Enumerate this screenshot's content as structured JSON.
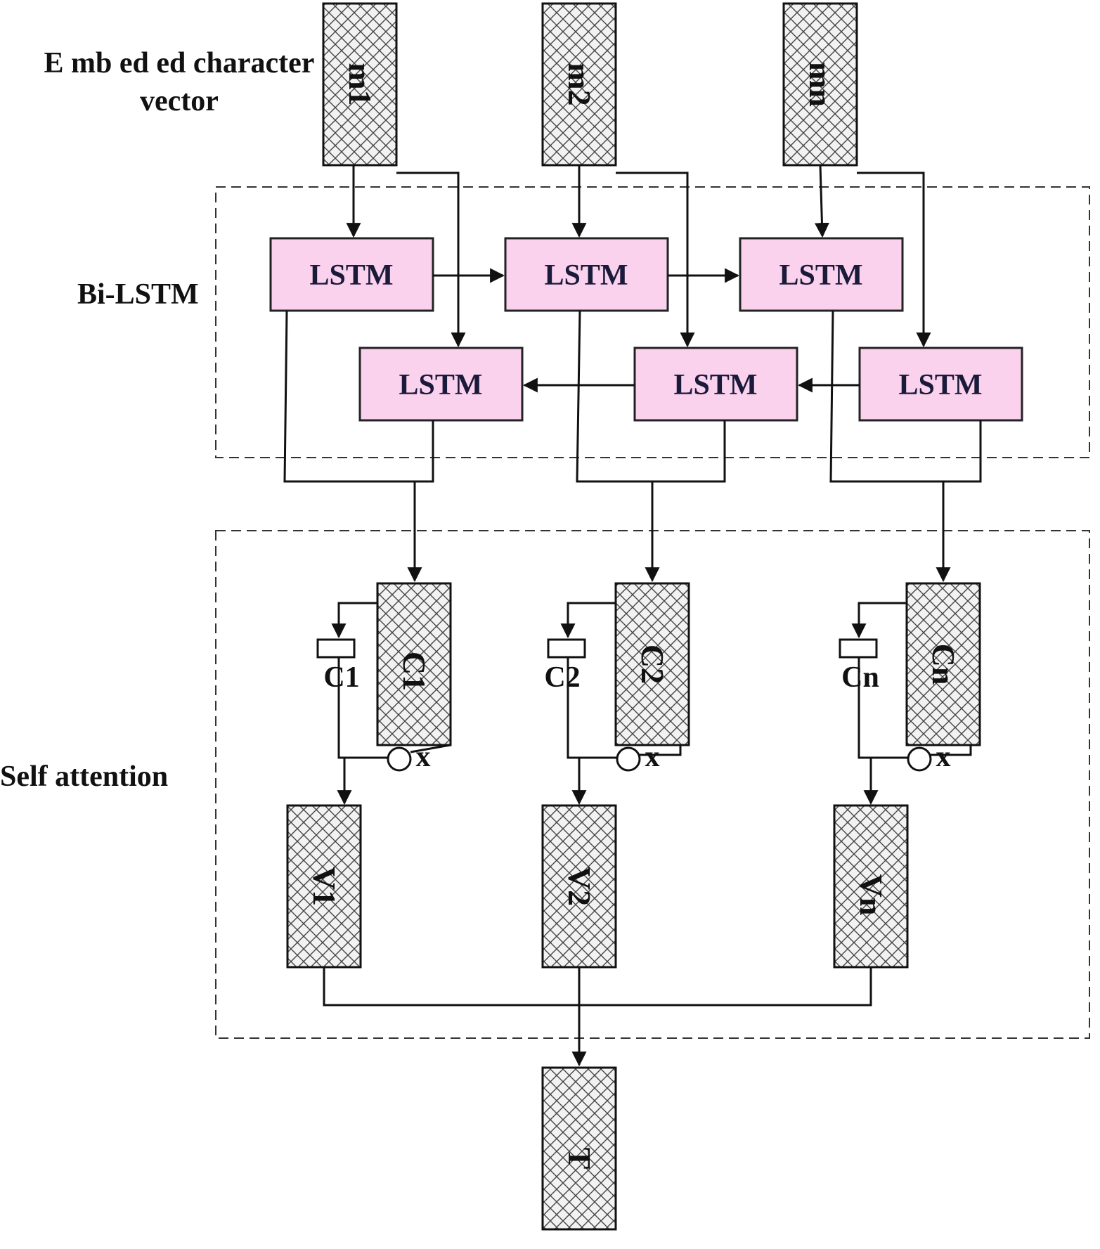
{
  "labels": {
    "embedded_line1": "E mb ed ed character",
    "embedded_line2": "vector",
    "bilstm": "Bi-LSTM",
    "self_attention": "Self attention"
  },
  "inputs": [
    "m1",
    "m2",
    "mn"
  ],
  "lstm_forward": [
    "LSTM",
    "LSTM",
    "LSTM"
  ],
  "lstm_backward": [
    "LSTM",
    "LSTM",
    "LSTM"
  ],
  "context_vectors": [
    "C1",
    "C2",
    "Cn"
  ],
  "context_labels": [
    "C1",
    "C2",
    "Cn"
  ],
  "multiply_symbol": "x",
  "weighted_vectors": [
    "V1",
    "V2",
    "Vn"
  ],
  "output": "T",
  "colors": {
    "lstm_fill": "#fbd2ee",
    "line": "#111111",
    "hatch_bg": "#f2f2f2"
  }
}
